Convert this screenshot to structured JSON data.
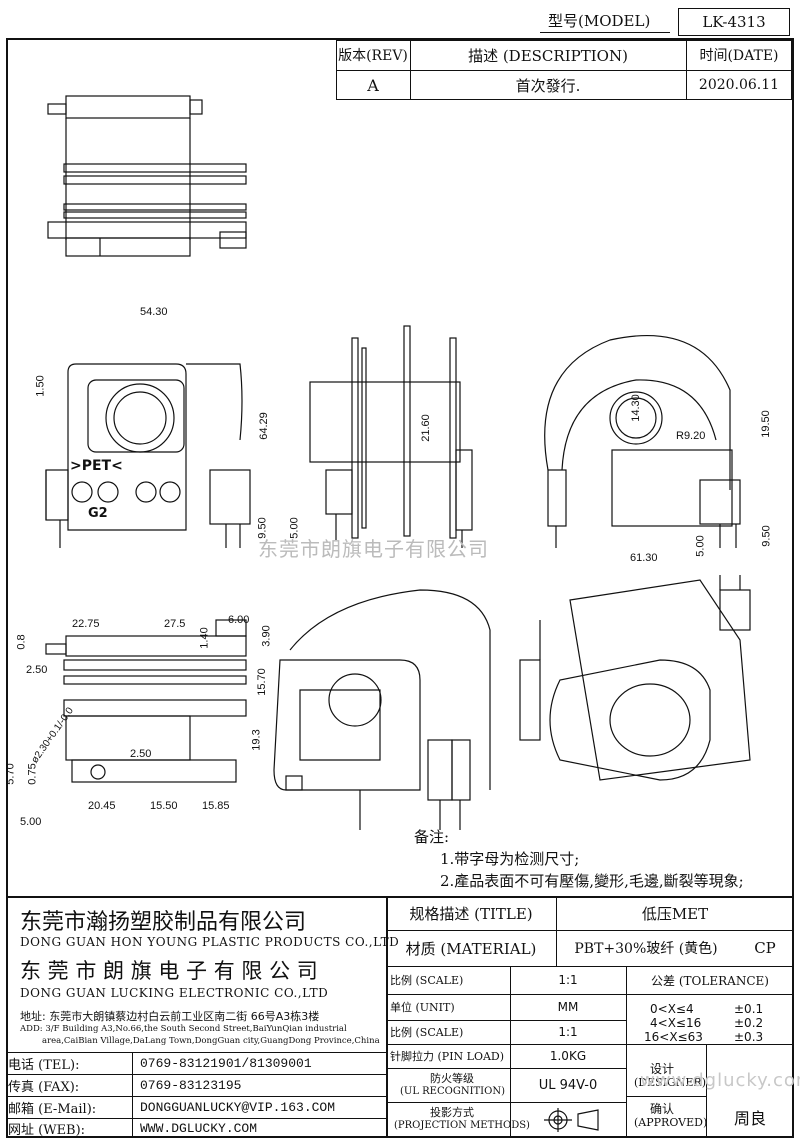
{
  "header": {
    "model_label": "型号(MODEL)",
    "model_value": "LK-4313"
  },
  "revision": {
    "rev_header": "版本(REV)",
    "desc_header": "描述 (DESCRIPTION)",
    "date_header": "时间(DATE)",
    "rev": "A",
    "desc": "首次發行.",
    "date": "2020.06.11"
  },
  "dimensions": {
    "front_width": "54.30",
    "front_height": "64.29",
    "front_left_gap": "1.50",
    "front_bottom_a": "9.50",
    "front_bottom_b": "5.00",
    "side_height": "21.60",
    "back_width": "61.30",
    "back_inner": "14.30",
    "back_radius": "R9.20",
    "back_height": "19.50",
    "back_bottom_a": "9.50",
    "back_bottom_b": "5.00",
    "top_a": "22.75",
    "top_b": "27.5",
    "top_c": "6.00",
    "top_d": "1.40",
    "top_e": "3.90",
    "top_f": "0.8",
    "top_g": "2.50",
    "top_h": "15.70",
    "top_i": "19.3",
    "top_j": "2.50",
    "top_k": "5.70",
    "top_l": "0.75",
    "top_m": "20.45",
    "top_n": "15.50",
    "top_o": "15.85",
    "top_p": "5.00",
    "hole": "ø2.30+0.1/-0.0"
  },
  "part_marks": {
    "pet": ">PET<",
    "g2": "G2"
  },
  "watermark": "东莞市朗旗电子有限公司",
  "notes": {
    "title": "备注:",
    "items": [
      "1.带字母为检测尺寸;",
      "2.產品表面不可有壓傷,變形,毛邊,斷裂等現象;"
    ]
  },
  "company": {
    "cn1": "东莞市瀚扬塑胶制品有限公司",
    "en1": "DONG GUAN HON YOUNG PLASTIC PRODUCTS CO.,LTD",
    "cn2": "东 莞 市 朗 旗 电 子 有 限 公 司",
    "en2": "DONG GUAN LUCKING ELECTRONIC CO.,LTD",
    "addr_cn": "地址: 东莞市大朗镇蔡边村白云前工业区南二街 66号A3栋3楼",
    "addr_en1": "ADD: 3/F Building A3,No.66,the South Second Street,BaiYunQian industrial",
    "addr_en2": "area,CaiBian Village,DaLang Town,DongGuan city,GuangDong Province,China"
  },
  "contacts": [
    {
      "label": "电话 (TEL):",
      "value": "0769-83121901/81309001"
    },
    {
      "label": "传真 (FAX):",
      "value": "0769-83123195"
    },
    {
      "label": "邮箱 (E-Mail):",
      "value": "DONGGUANLUCKY@VIP.163.COM"
    },
    {
      "label": "网址 (WEB):",
      "value": "WWW.DGLUCKY.COM"
    }
  ],
  "spec": {
    "title_label": "规格描述 (TITLE)",
    "title_value": "低压MET",
    "material_label": "材质 (MATERIAL)",
    "material_value": "PBT+30%玻纤 (黄色)",
    "material_code": "CP",
    "scale_label": "比例 (SCALE)",
    "scale_value": "1:1",
    "unit_label": "单位 (UNIT)",
    "unit_value": "MM",
    "scale2_label": "比例 (SCALE)",
    "scale2_value": "1:1",
    "pinload_label": "针脚拉力 (PIN LOAD)",
    "pinload_value": "1.0KG",
    "ul_label_1": "防火等级",
    "ul_label_2": "(UL RECOGNITION)",
    "ul_value": "UL 94V-0",
    "proj_label_1": "投影方式",
    "proj_label_2": "(PROJECTION METHODS)",
    "tol_header": "公差 (TOLERANCE)",
    "tolerances": [
      {
        "range": "0<X≤4",
        "value": "±0.1"
      },
      {
        "range": "4<X≤16",
        "value": "±0.2"
      },
      {
        "range": "16<X≤63",
        "value": "±0.3"
      }
    ],
    "designer_1": "设计",
    "designer_2": "(DESIGNER)",
    "approved_1": "确认",
    "approved_2": "(APPROVED)",
    "approver": "周良"
  },
  "footer_watermark": "www.dglucky.com"
}
